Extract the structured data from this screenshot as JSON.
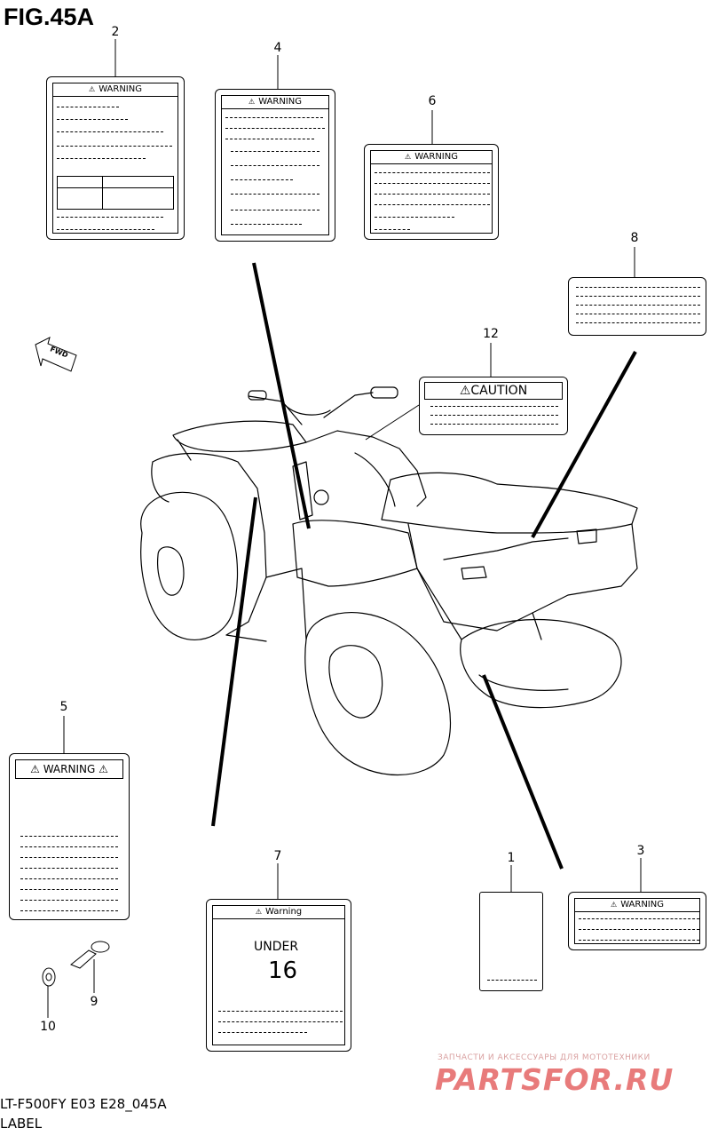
{
  "figure": {
    "title": "FIG.45A"
  },
  "callouts": {
    "c1": "1",
    "c2": "2",
    "c3": "3",
    "c4": "4",
    "c5": "5",
    "c6": "6",
    "c7": "7",
    "c8": "8",
    "c9": "9",
    "c10": "10",
    "c12": "12"
  },
  "labels": {
    "warning": "WARNING",
    "warning_alt": "Warning",
    "caution": "CAUTION",
    "under16_top": "UNDER",
    "under16_num": "16"
  },
  "fwd": "FWD",
  "caption": {
    "model": "LT-F500FY E03 E28_045A",
    "section": "LABEL"
  },
  "watermark": {
    "tagline": "ЗАПЧАСТИ И АКСЕССУАРЫ ДЛЯ МОТОТЕХНИКИ",
    "brand": "PARTSFOR.RU"
  }
}
